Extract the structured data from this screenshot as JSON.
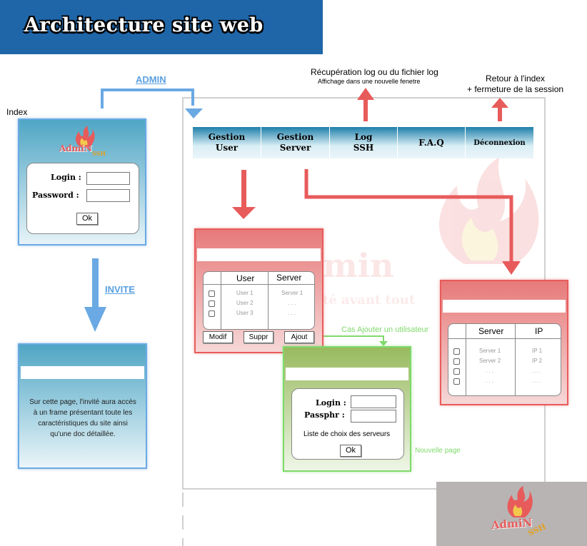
{
  "banner": {
    "title": "Architecture site web"
  },
  "labels": {
    "index": "Index",
    "admin": "ADMIN",
    "invite": "INVITE",
    "log_title": "Récupération log ou du fichier log",
    "log_subtitle": "Affichage dans une nouvelle fenetre",
    "retour_line1": "Retour à l'index",
    "retour_line2": "+ fermeture de la session",
    "cas_ajouter": "Cas Ajouter un utilisateur",
    "nouvelle_page": "Nouvelle page"
  },
  "login_box": {
    "login_label": "Login :",
    "password_label": "Password :",
    "ok": "Ok"
  },
  "nav": [
    {
      "line1": "Gestion",
      "line2": "User"
    },
    {
      "line1": "Gestion",
      "line2": "Server"
    },
    {
      "line1": "Log",
      "line2": "SSH"
    },
    {
      "line1": "F.A.Q",
      "line2": ""
    },
    {
      "line1": "Déconnexion",
      "line2": ""
    }
  ],
  "user_panel": {
    "headers": [
      "User",
      "Server"
    ],
    "users": [
      "User 1",
      "User 2",
      "User 3"
    ],
    "servers": [
      "Server 1",
      ". . .",
      ". . ."
    ],
    "buttons": [
      "Modif",
      "Suppr",
      "Ajout"
    ]
  },
  "server_panel": {
    "headers": [
      "Server",
      "IP"
    ],
    "servers": [
      "Server 1",
      "Server 2",
      ". . .",
      ". . ."
    ],
    "ips": [
      "IP 1",
      "IP 2",
      ". . .",
      ". . ."
    ]
  },
  "invite_panel": {
    "text": "Sur cette page, l'invité aura accès à un frame présentant toute les caractéristiques du site ainsi qu'une doc détaillée."
  },
  "add_panel": {
    "login_label": "Login :",
    "passphr_label": "Passphr :",
    "list_label": "Liste de choix des serveurs",
    "ok": "Ok"
  },
  "logo": {
    "text": "AdmiN",
    "subtext": "SSH",
    "watermark_text": "min",
    "watermark_sub": "té avant tout"
  },
  "colors": {
    "blue": "#6aa9e3",
    "red": "#e85b5b",
    "green": "#7fd96b",
    "banner": "#1f66a9"
  }
}
